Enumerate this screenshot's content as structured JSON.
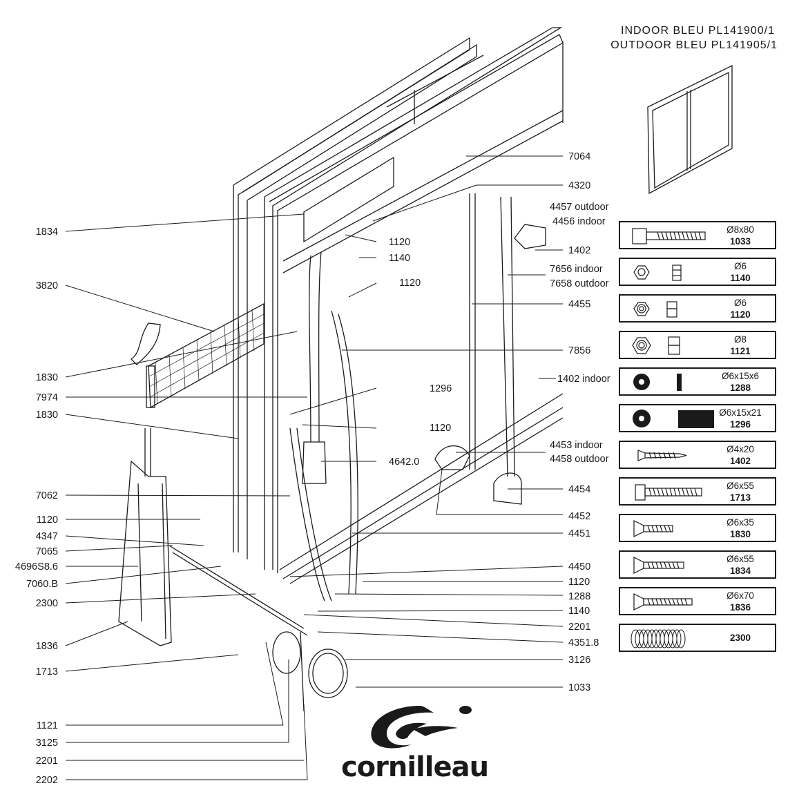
{
  "header": {
    "line1": "INDOOR  BLEU  PL141900/1",
    "line2": "OUTDOOR  BLEU  PL141905/1"
  },
  "left_labels": [
    "1834",
    "3820",
    "1830",
    "7974",
    "1830",
    "7062",
    "1120",
    "4347",
    "7065",
    "4696S8.6",
    "7060.B",
    "2300",
    "1836",
    "1713",
    "1121",
    "3125",
    "2201",
    "2202"
  ],
  "right_labels": [
    "7064",
    "4320",
    "4457 outdoor",
    "4456 indoor",
    "1402",
    "7656 indoor",
    "7658 outdoor",
    "4455",
    "7856",
    "1402 indoor",
    "4453 indoor",
    "4458 outdoor",
    "4454",
    "4452",
    "4451",
    "4450",
    "1120",
    "1288",
    "1140",
    "2201",
    "4351.8",
    "3126",
    "1033"
  ],
  "center_labels": [
    "1120",
    "1140",
    "1120",
    "1296",
    "1120",
    "4642.0"
  ],
  "parts": [
    {
      "size": "Ø8x80",
      "code": "1033",
      "icon": "hex-bolt-long-icon"
    },
    {
      "size": "Ø6",
      "code": "1140",
      "icon": "hex-nut-icon"
    },
    {
      "size": "Ø6",
      "code": "1120",
      "icon": "lock-nut-icon"
    },
    {
      "size": "Ø8",
      "code": "1121",
      "icon": "lock-nut-large-icon"
    },
    {
      "size": "Ø6x15x6",
      "code": "1288",
      "icon": "thin-washer-icon"
    },
    {
      "size": "Ø6x15x21",
      "code": "1296",
      "icon": "thick-spacer-icon"
    },
    {
      "size": "Ø4x20",
      "code": "1402",
      "icon": "wood-screw-icon"
    },
    {
      "size": "Ø6x55",
      "code": "1713",
      "icon": "hex-bolt-icon"
    },
    {
      "size": "Ø6x35",
      "code": "1830",
      "icon": "countersunk-screw-short-icon"
    },
    {
      "size": "Ø6x55",
      "code": "1834",
      "icon": "countersunk-screw-medium-icon"
    },
    {
      "size": "Ø6x70",
      "code": "1836",
      "icon": "countersunk-screw-long-icon"
    },
    {
      "size": "",
      "code": "2300",
      "icon": "spring-coil-icon"
    }
  ],
  "brand": {
    "name": "cornilleau"
  }
}
